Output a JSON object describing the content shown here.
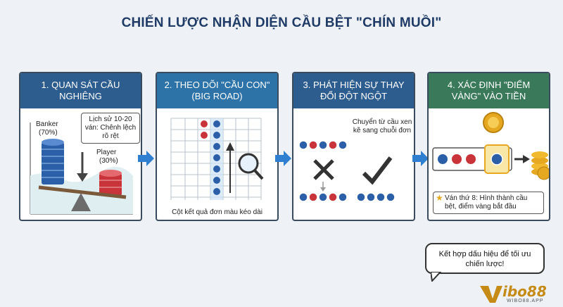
{
  "title": "CHIẾN LƯỢC NHẬN DIỆN CẦU BỆT \"CHÍN MUỒI\"",
  "colors": {
    "step1": "#2d5d8e",
    "step2": "#2d73a8",
    "step3": "#2d5d8e",
    "step4": "#3a7a5a",
    "arrow": "#2f7fd1",
    "blue_chip": "#2b5fa8",
    "red_chip": "#c8343a",
    "gold": "#e5a820"
  },
  "steps": [
    {
      "header": "1. QUAN SÁT CẦU NGHIÊNG",
      "note": "Lịch sử 10-20 ván: Chênh lệch rõ rệt",
      "banker_label": "Banker",
      "banker_pct": "(70%)",
      "player_label": "Player",
      "player_pct": "(30%)"
    },
    {
      "header": "2. THEO DÕI \"CẦU CON\" (BIG ROAD)",
      "caption": "Cột kết quả đơn màu kéo dài"
    },
    {
      "header": "3. PHÁT HIỆN SỰ THAY ĐỔI ĐỘT NGỘT",
      "note": "Chuyển từ cầu xen kẽ sang chuỗi đơn"
    },
    {
      "header": "4. XÁC ĐỊNH \"ĐIỂM VÀNG\" VÀO TIỀN",
      "note": "Ván thứ 8: Hình thành cầu bệt, điểm vàng bắt đầu",
      "star_icon": "star-icon"
    }
  ],
  "bubble": "Kết hợp dấu hiệu để tối ưu chiến lược!",
  "logo": {
    "text": "ibo88",
    "sub": "WIBO88.APP"
  }
}
